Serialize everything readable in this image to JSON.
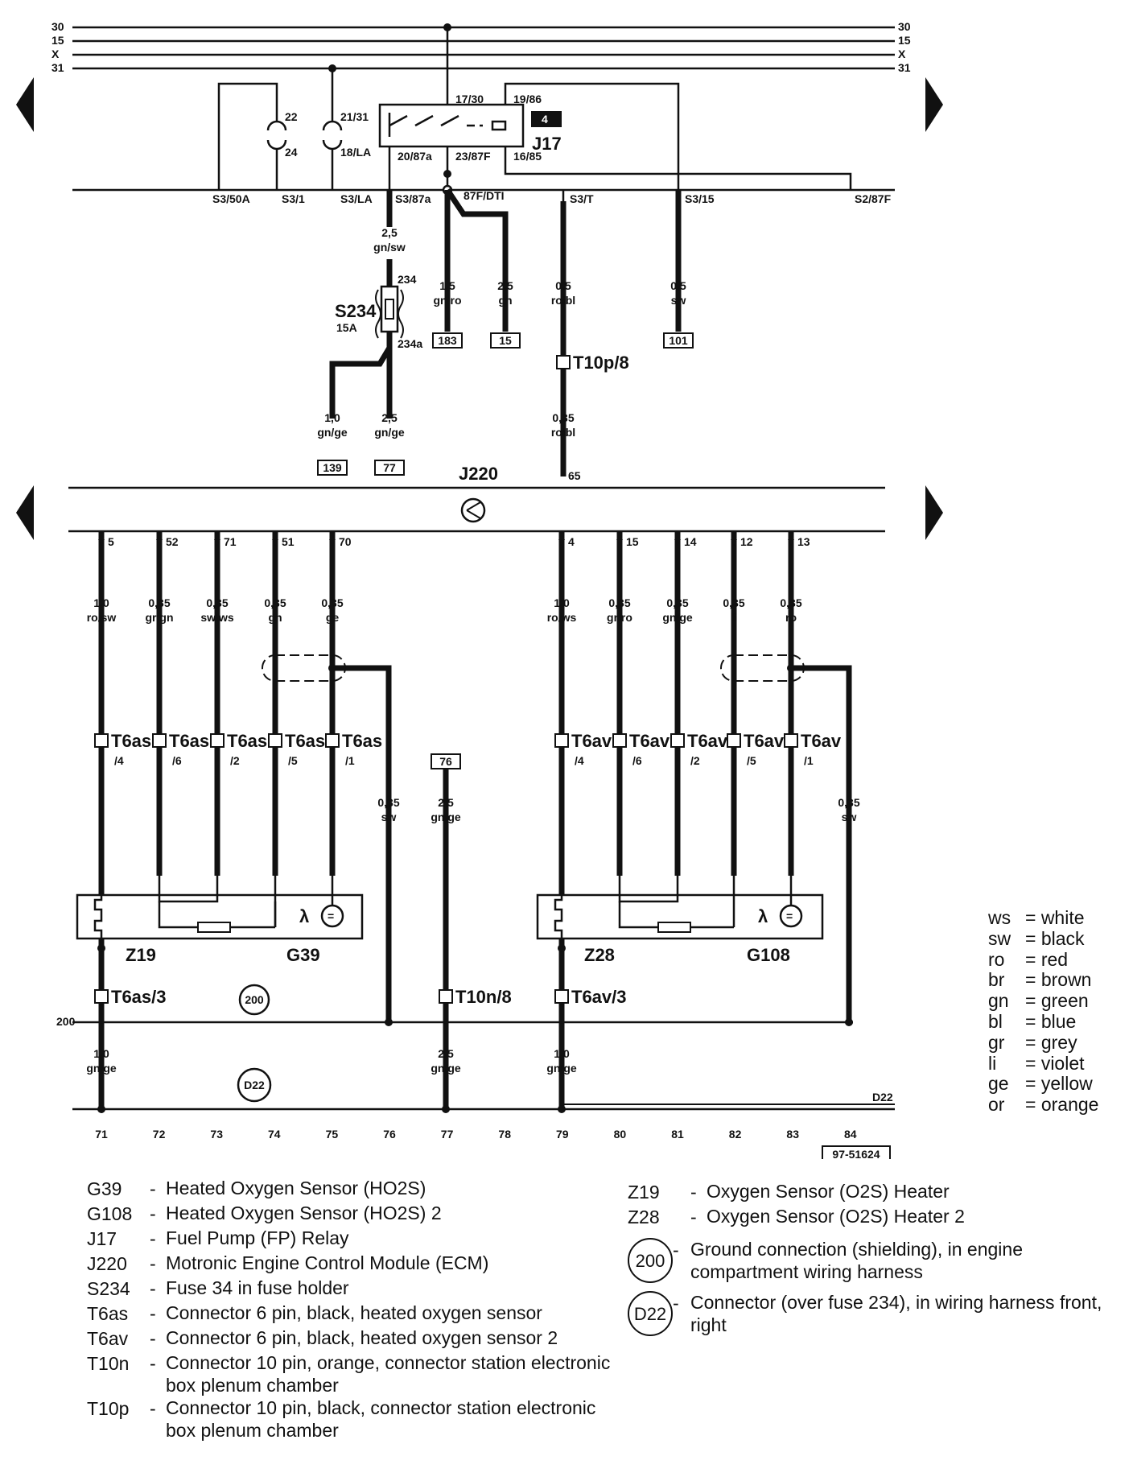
{
  "rails": {
    "r30": "30",
    "r15": "15",
    "rX": "X",
    "r31": "31"
  },
  "relay": {
    "name": "J17",
    "badge": "4",
    "pins": {
      "p17": "17/30",
      "p19": "19/86",
      "p21": "21/31",
      "p18": "18/LA",
      "p22": "22",
      "p24": "24",
      "p20": "20/87a",
      "p23": "23/87F",
      "p16": "16/85"
    }
  },
  "socket_labels": [
    "S3/50A",
    "S3/1",
    "S3/LA",
    "S3/87a",
    "87F/DTI",
    "S3/T",
    "S3/15",
    "S2/87F"
  ],
  "wires_top": [
    {
      "size": "2,5",
      "color": "gn/sw"
    },
    {
      "size": "1,5",
      "color": "gn/ro",
      "ref": "183"
    },
    {
      "size": "2,5",
      "color": "gn",
      "ref": "15"
    },
    {
      "size": "0,5",
      "color": "ro/bl"
    },
    {
      "size": "0,5",
      "color": "sw",
      "ref": "101"
    }
  ],
  "fuse": {
    "name": "S234",
    "rating": "15A",
    "pin_in": "234",
    "pin_out": "234a"
  },
  "fuse_outputs": [
    {
      "size": "1,0",
      "color": "gn/ge",
      "ref": "139"
    },
    {
      "size": "2,5",
      "color": "gn/ge",
      "ref": "77"
    }
  ],
  "connector_t10p": {
    "name": "T10p/8",
    "size": "0,35",
    "color": "ro/bl",
    "pin": "65"
  },
  "ecm": {
    "name": "J220"
  },
  "ecm_pins_left": [
    {
      "pin": "5",
      "size": "1,0",
      "color": "ro/sw",
      "conn": "T6as",
      "cpin": "/4"
    },
    {
      "pin": "52",
      "size": "0,35",
      "color": "gr/gn",
      "conn": "T6as",
      "cpin": "/6"
    },
    {
      "pin": "71",
      "size": "0,35",
      "color": "sw/ws",
      "conn": "T6as",
      "cpin": "/2"
    },
    {
      "pin": "51",
      "size": "0,35",
      "color": "gn",
      "conn": "T6as",
      "cpin": "/5"
    },
    {
      "pin": "70",
      "size": "0,35",
      "color": "ge",
      "conn": "T6as",
      "cpin": "/1"
    }
  ],
  "ecm_pins_right": [
    {
      "pin": "4",
      "size": "1,0",
      "color": "ro/ws",
      "conn": "T6av",
      "cpin": "/4"
    },
    {
      "pin": "15",
      "size": "0,35",
      "color": "gr/ro",
      "conn": "T6av",
      "cpin": "/6"
    },
    {
      "pin": "14",
      "size": "0,35",
      "color": "gn/ge",
      "conn": "T6av",
      "cpin": "/2"
    },
    {
      "pin": "12",
      "size": "0,35",
      "color": "li",
      "conn": "T6av",
      "cpin": "/5"
    },
    {
      "pin": "13",
      "size": "0,35",
      "color": "ro",
      "conn": "T6av",
      "cpin": "/1"
    }
  ],
  "shield_wires": [
    {
      "size": "0,35",
      "color": "sw"
    },
    {
      "size": "0,35",
      "color": "sw"
    }
  ],
  "mid_wire": {
    "ref": "76",
    "size": "2,5",
    "color": "gn/ge",
    "conn": "T10n/8"
  },
  "sensors": {
    "z19": "Z19",
    "g39": "G39",
    "z28": "Z28",
    "g108": "G108",
    "lambda": "λ",
    "meter": "="
  },
  "heater_conns": {
    "left": "T6as/3",
    "right": "T6av/3"
  },
  "ground": {
    "rail": "200",
    "circle": "200",
    "d22_circle": "D22",
    "d22_rail": "D22"
  },
  "bottom_wires": [
    {
      "size": "1,0",
      "color": "gn/ge"
    },
    {
      "size": "2,5",
      "color": "gn/ge"
    },
    {
      "size": "1,0",
      "color": "gn/ge"
    }
  ],
  "track_numbers": [
    "71",
    "72",
    "73",
    "74",
    "75",
    "76",
    "77",
    "78",
    "79",
    "80",
    "81",
    "82",
    "83",
    "84"
  ],
  "doc_id": "97-51624",
  "color_legend": [
    {
      "code": "ws",
      "name": "= white"
    },
    {
      "code": "sw",
      "name": "= black"
    },
    {
      "code": "ro",
      "name": "= red"
    },
    {
      "code": "br",
      "name": "= brown"
    },
    {
      "code": "gn",
      "name": "= green"
    },
    {
      "code": "bl",
      "name": "= blue"
    },
    {
      "code": "gr",
      "name": "= grey"
    },
    {
      "code": "li",
      "name": "= violet"
    },
    {
      "code": "ge",
      "name": "= yellow"
    },
    {
      "code": "or",
      "name": "= orange"
    }
  ],
  "components": [
    {
      "id": "G39",
      "desc": "Heated Oxygen Sensor (HO2S)"
    },
    {
      "id": "G108",
      "desc": "Heated Oxygen Sensor (HO2S) 2"
    },
    {
      "id": "J17",
      "desc": "Fuel Pump (FP) Relay"
    },
    {
      "id": "J220",
      "desc": "Motronic Engine Control Module (ECM)"
    },
    {
      "id": "S234",
      "desc": "Fuse 34 in fuse holder"
    },
    {
      "id": "T6as",
      "desc": "Connector 6 pin, black, heated oxygen sensor"
    },
    {
      "id": "T6av",
      "desc": "Connector 6 pin, black, heated oxygen sensor 2"
    },
    {
      "id": "T10n",
      "desc": "Connector 10 pin, orange, connector station electronic box plenum chamber"
    },
    {
      "id": "T10p",
      "desc": "Connector 10 pin, black, connector station electronic box plenum chamber"
    }
  ],
  "components_right": [
    {
      "id": "Z19",
      "desc": "Oxygen Sensor (O2S) Heater"
    },
    {
      "id": "Z28",
      "desc": "Oxygen Sensor (O2S) Heater 2"
    }
  ],
  "ground_legend": [
    {
      "sym": "200",
      "desc": "Ground connection (shielding), in engine compartment wiring harness"
    },
    {
      "sym": "D22",
      "desc": "Connector (over fuse 234), in wiring harness front, right"
    }
  ]
}
